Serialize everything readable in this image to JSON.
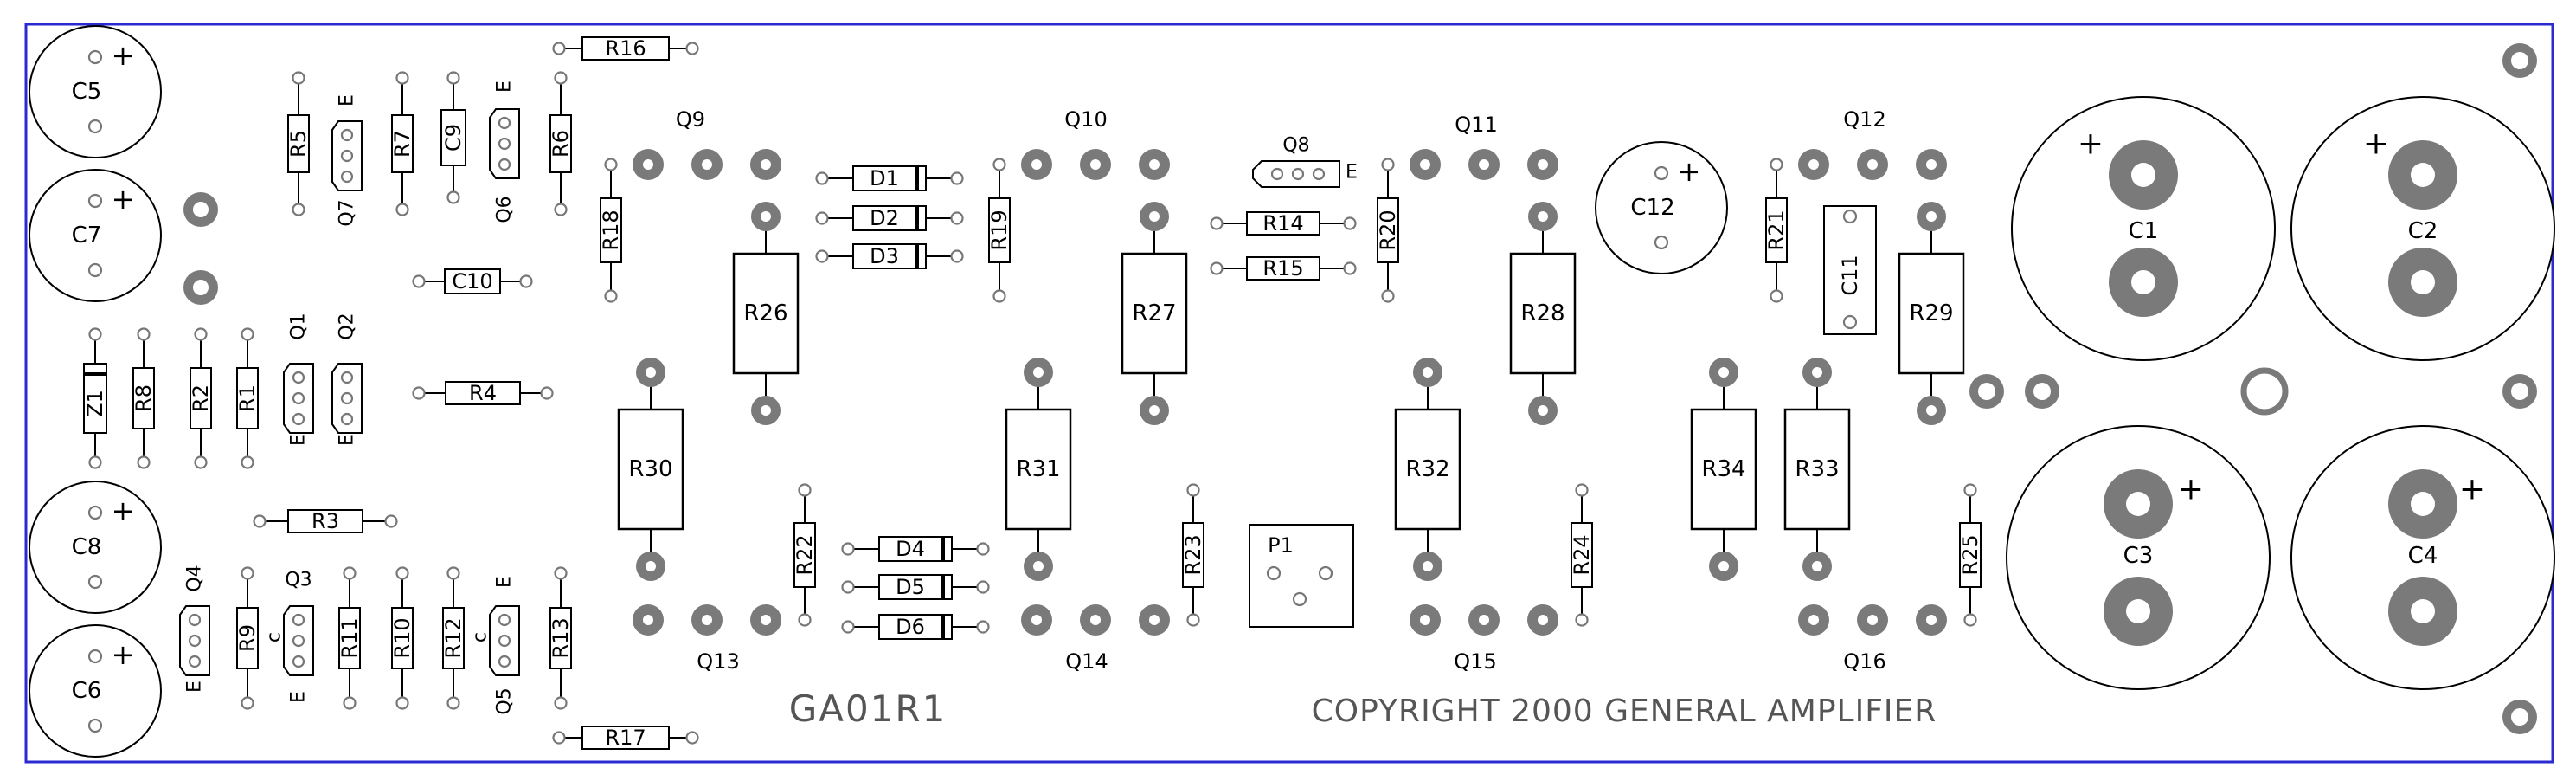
{
  "board": {
    "title": "GA01R1",
    "copyright": "COPYRIGHT 2000 GENERAL AMPLIFIER"
  },
  "colors": {
    "outline": "#2a2ad0",
    "pad": "#7a7a7a",
    "pad_inner": "#ffffff",
    "silk": "#000000"
  },
  "components": {
    "caps_small": [
      {
        "ref": "C5",
        "polarity": "+"
      },
      {
        "ref": "C7",
        "polarity": "+"
      },
      {
        "ref": "C8",
        "polarity": "+"
      },
      {
        "ref": "C6",
        "polarity": "+"
      },
      {
        "ref": "C12",
        "polarity": "+"
      }
    ],
    "caps_large": [
      {
        "ref": "C1",
        "polarity": "+"
      },
      {
        "ref": "C2",
        "polarity": "+"
      },
      {
        "ref": "C3",
        "polarity": "+"
      },
      {
        "ref": "C4",
        "polarity": "+"
      }
    ],
    "resistors": [
      "R1",
      "R2",
      "R3",
      "R4",
      "R5",
      "R6",
      "R7",
      "R8",
      "R9",
      "R10",
      "R11",
      "R12",
      "R13",
      "R14",
      "R15",
      "R16",
      "R17",
      "R18",
      "R19",
      "R20",
      "R21",
      "R22",
      "R23",
      "R24",
      "R25",
      "R26",
      "R27",
      "R28",
      "R29",
      "R30",
      "R31",
      "R32",
      "R33",
      "R34"
    ],
    "caps_film": [
      "C9",
      "C10",
      "C11"
    ],
    "diodes": [
      "D1",
      "D2",
      "D3",
      "D4",
      "D5",
      "D6"
    ],
    "zener": "Z1",
    "transistors_small": [
      {
        "ref": "Q1",
        "pin": "E"
      },
      {
        "ref": "Q2",
        "pin": "E"
      },
      {
        "ref": "Q3",
        "pin": "E",
        "mark": "c"
      },
      {
        "ref": "Q4",
        "pin": "E"
      },
      {
        "ref": "Q5",
        "pin": "E",
        "mark": "c"
      },
      {
        "ref": "Q6",
        "pin": "E"
      },
      {
        "ref": "Q7",
        "pin": "E"
      },
      {
        "ref": "Q8",
        "pin": "E"
      }
    ],
    "transistors_power": [
      "Q9",
      "Q10",
      "Q11",
      "Q12",
      "Q13",
      "Q14",
      "Q15",
      "Q16"
    ],
    "connector": "P1"
  }
}
